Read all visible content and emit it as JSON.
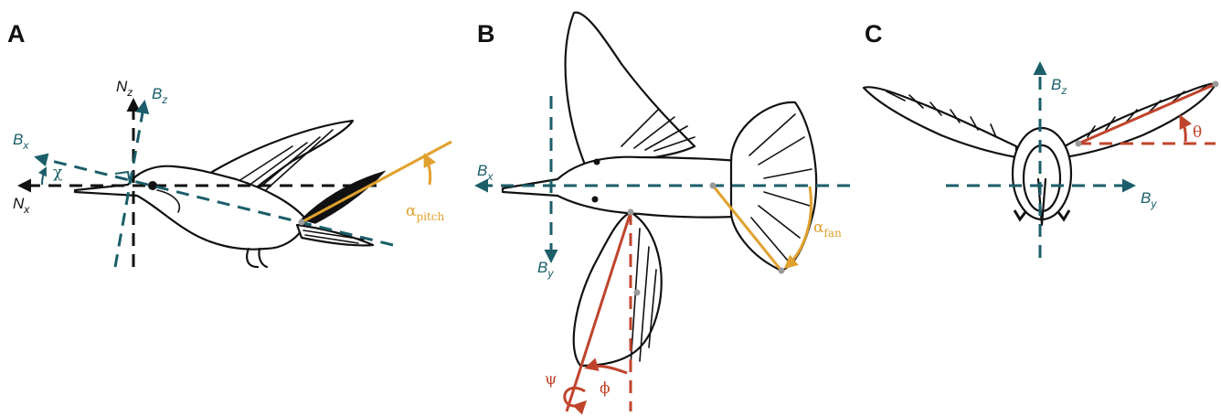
{
  "colors": {
    "teal": "#1b5e6a",
    "black": "#111111",
    "orange": "#e0a12e",
    "red": "#c0442c",
    "gray": "#9a9a9a"
  },
  "panels": {
    "A": {
      "letter": "A",
      "labels": {
        "nz": "N",
        "nz_sub": "z",
        "bz": "B",
        "bz_sub": "z",
        "bx": "B",
        "bx_sub": "x",
        "nx": "N",
        "nx_sub": "x",
        "chi": "χ",
        "alpha": "α",
        "alpha_sub": "pitch"
      }
    },
    "B": {
      "letter": "B",
      "labels": {
        "bx": "B",
        "bx_sub": "x",
        "by": "B",
        "by_sub": "y",
        "alpha": "α",
        "alpha_sub": "fan",
        "psi": "ψ",
        "phi": "ϕ"
      }
    },
    "C": {
      "letter": "C",
      "labels": {
        "bz": "B",
        "bz_sub": "z",
        "by": "B",
        "by_sub": "y",
        "theta": "θ"
      }
    }
  }
}
